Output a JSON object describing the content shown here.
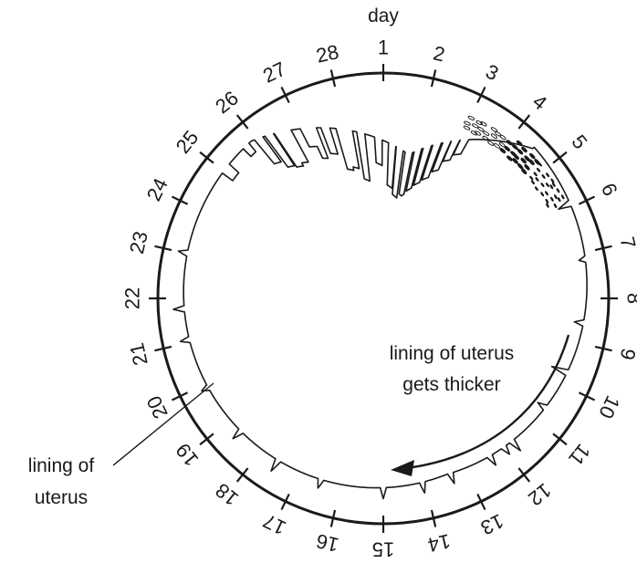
{
  "title": "day",
  "days": [
    "1",
    "2",
    "3",
    "4",
    "5",
    "6",
    "7",
    "8",
    "9",
    "10",
    "11",
    "12",
    "13",
    "14",
    "15",
    "16",
    "17",
    "18",
    "19",
    "20",
    "21",
    "22",
    "23",
    "24",
    "25",
    "26",
    "27",
    "28"
  ],
  "label_lining": [
    "lining of",
    "uterus"
  ],
  "label_arrow": [
    "lining of uterus",
    "gets thicker"
  ],
  "colors": {
    "ink": "#1a1a1a",
    "background": "#ffffff"
  }
}
